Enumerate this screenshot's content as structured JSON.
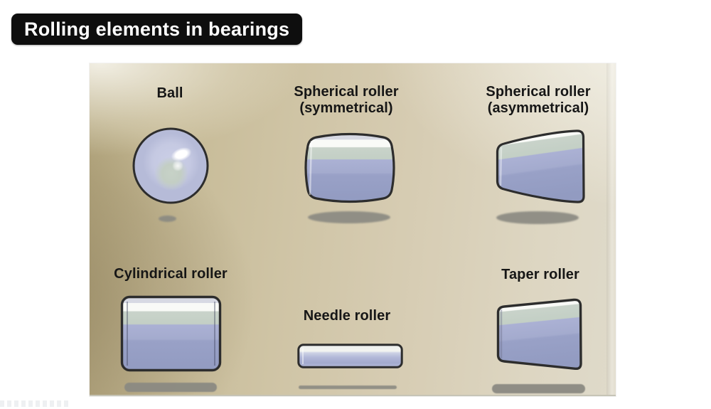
{
  "title": "Rolling elements in bearings",
  "figures": {
    "ball": {
      "label": "Ball"
    },
    "spherical_symmetrical": {
      "label": "Spherical roller",
      "sublabel": "(symmetrical)"
    },
    "spherical_asymmetrical": {
      "label": "Spherical roller",
      "sublabel": "(asymmetrical)"
    },
    "cylindrical": {
      "label": "Cylindrical roller"
    },
    "needle": {
      "label": "Needle roller"
    },
    "taper": {
      "label": "Taper roller"
    }
  },
  "colors": {
    "title-bg": "#0e0e0e",
    "title-text": "#ffffff",
    "label-text": "#161616",
    "outline": "#2d2d2d",
    "band-sliver": "#d7d9e3",
    "band-white": "#f9faf7",
    "band-green": "#c3cfc5",
    "band-lavender": "#abb1d4",
    "band-lavender-deep": "#99a1c7",
    "ball-base": "#b6bbd8",
    "shadow": "#8b8a82",
    "panel-tan-dark": "#b6a981",
    "panel-tan-light": "#dfdaca"
  }
}
